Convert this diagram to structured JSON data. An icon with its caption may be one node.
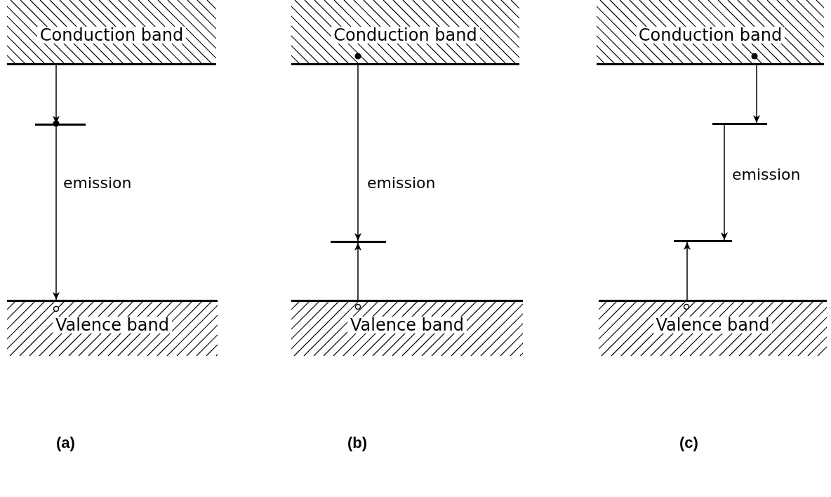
{
  "diagram": {
    "nodes": [
      {
        "text": [
          "Conduction band"
        ]
      },
      {
        "text": [],
        "shape": "bar"
      },
      {
        "text": [
          "Valence band"
        ]
      },
      {
        "text": [
          "Conduction band"
        ]
      },
      {
        "text": [],
        "shape": "bar"
      },
      {
        "text": [
          "Valence band"
        ]
      },
      {
        "text": [
          "Conduction band"
        ]
      },
      {
        "text": [],
        "shape": "bar"
      },
      {
        "text": [],
        "shape": "bar"
      },
      {
        "text": [
          "Valence band"
        ]
      }
    ],
    "edges": [
      {
        "from": 0,
        "to": 1,
        "arrow": "to"
      },
      {
        "from": 1,
        "to": 2,
        "arrow": "to",
        "label": "emission"
      },
      {
        "from": 3,
        "to": 4,
        "arrow": "to",
        "label": "emission"
      },
      {
        "from": 5,
        "to": 4,
        "arrow": "to"
      },
      {
        "from": 6,
        "to": 7,
        "arrow": "to"
      },
      {
        "from": 7,
        "to": 8,
        "arrow": "to",
        "label": "emission"
      },
      {
        "from": 9,
        "to": 8,
        "arrow": "to"
      }
    ],
    "labels": [
      "(a)",
      "(b)",
      "(c)"
    ]
  }
}
